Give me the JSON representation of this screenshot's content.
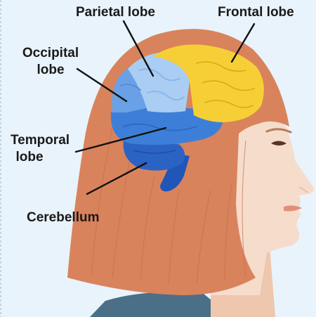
{
  "labels": {
    "parietal": "Parietal lobe",
    "frontal": "Frontal lobe",
    "occipital_line1": "Occipital",
    "occipital_line2": "lobe",
    "temporal_line1": "Temporal",
    "temporal_line2": "lobe",
    "cerebellum": "Cerebellum"
  },
  "colors": {
    "background": "#e9f3fb",
    "hair": "#d9835c",
    "skin": "#f6dccb",
    "shirt": "#4a6f86",
    "frontal": "#f6cf36",
    "parietal": "#a9cdf3",
    "occipital": "#6aa1e6",
    "temporal": "#3d7fd8",
    "cerebellum": "#2b63c4",
    "brainstem": "#1f56b8",
    "leader_line": "#111111"
  }
}
